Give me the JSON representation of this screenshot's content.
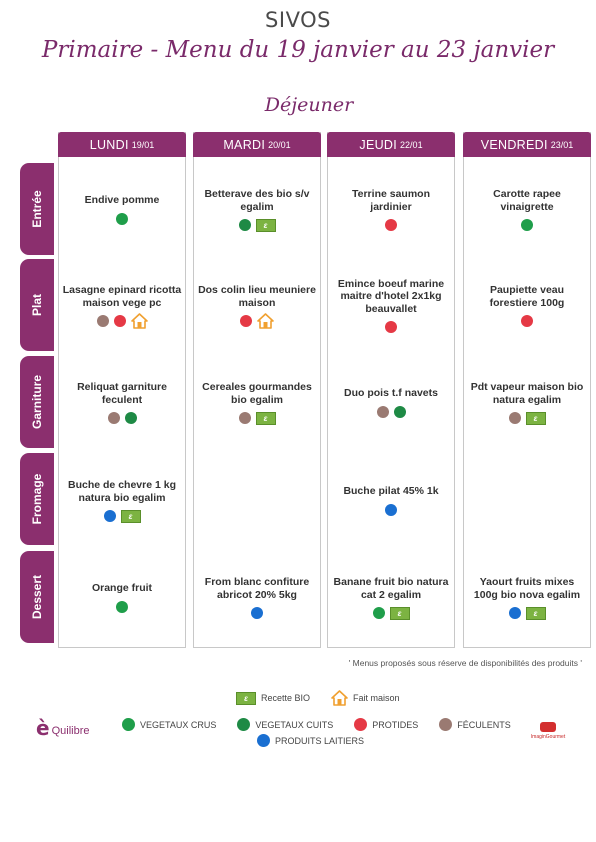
{
  "header": {
    "org": "SIVOS",
    "title": "Primaire - Menu du 19 janvier au 23 janvier",
    "subtitle": "Déjeuner"
  },
  "colors": {
    "accent": "#8b2f6e",
    "vegetaux_crus": "#1f9e4a",
    "vegetaux_cuits": "#1e8a45",
    "protides": "#e53945",
    "feculents": "#9a7a72",
    "produits_laitiers": "#1a6fd1"
  },
  "days": [
    {
      "name": "LUNDI",
      "date": "19/01"
    },
    {
      "name": "MARDI",
      "date": "20/01"
    },
    {
      "name": "JEUDI",
      "date": "22/01"
    },
    {
      "name": "VENDREDI",
      "date": "23/01"
    }
  ],
  "rows": [
    "Entrée",
    "Plat",
    "Garniture",
    "Fromage",
    "Dessert"
  ],
  "menu": [
    [
      {
        "dish": "Endive pomme",
        "marks": [
          "vegetaux_crus"
        ]
      },
      {
        "dish": "Betterave des bio s/v egalim",
        "marks": [
          "vegetaux_cuits",
          "bio"
        ]
      },
      {
        "dish": "Terrine saumon jardinier",
        "marks": [
          "protides"
        ]
      },
      {
        "dish": "Carotte rapee vinaigrette",
        "marks": [
          "vegetaux_crus"
        ]
      }
    ],
    [
      {
        "dish": "Lasagne epinard ricotta maison vege pc",
        "marks": [
          "feculents",
          "protides",
          "fait_maison"
        ]
      },
      {
        "dish": "Dos colin lieu meuniere maison",
        "marks": [
          "protides",
          "fait_maison"
        ]
      },
      {
        "dish": "Emince boeuf marine maitre d'hotel 2x1kg beauvallet",
        "marks": [
          "protides"
        ]
      },
      {
        "dish": "Paupiette veau forestiere 100g",
        "marks": [
          "protides"
        ]
      }
    ],
    [
      {
        "dish": "Reliquat garniture feculent",
        "marks": [
          "feculents",
          "vegetaux_cuits"
        ]
      },
      {
        "dish": "Cereales gourmandes bio egalim",
        "marks": [
          "feculents",
          "bio"
        ]
      },
      {
        "dish": "Duo pois t.f navets",
        "marks": [
          "feculents",
          "vegetaux_cuits"
        ]
      },
      {
        "dish": "Pdt vapeur maison bio natura egalim",
        "marks": [
          "feculents",
          "bio"
        ]
      }
    ],
    [
      {
        "dish": "Buche de chevre 1 kg natura bio egalim",
        "marks": [
          "produits_laitiers",
          "bio"
        ]
      },
      {
        "dish": "",
        "marks": []
      },
      {
        "dish": "Buche pilat 45% 1k",
        "marks": [
          "produits_laitiers"
        ]
      },
      {
        "dish": "",
        "marks": []
      }
    ],
    [
      {
        "dish": "Orange fruit",
        "marks": [
          "vegetaux_crus"
        ]
      },
      {
        "dish": "From blanc confiture abricot 20% 5kg",
        "marks": [
          "produits_laitiers"
        ]
      },
      {
        "dish": "Banane fruit bio natura cat 2 egalim",
        "marks": [
          "vegetaux_crus",
          "bio"
        ]
      },
      {
        "dish": "Yaourt fruits mixes 100g bio nova egalim",
        "marks": [
          "produits_laitiers",
          "bio"
        ]
      }
    ]
  ],
  "note": "' Menus proposés sous réserve de disponibilités des produits '",
  "legend": {
    "recette_bio": "Recette BIO",
    "fait_maison": "Fait maison",
    "vegetaux_crus": "VEGETAUX CRUS",
    "vegetaux_cuits": "VEGETAUX CUITS",
    "protides": "PROTIDES",
    "feculents": "FÉCULENTS",
    "produits_laitiers": "PRODUITS LAITIERS"
  },
  "brand": {
    "e": "è",
    "text": "Quilibre"
  },
  "partner_logo": "ImaginGourmet"
}
